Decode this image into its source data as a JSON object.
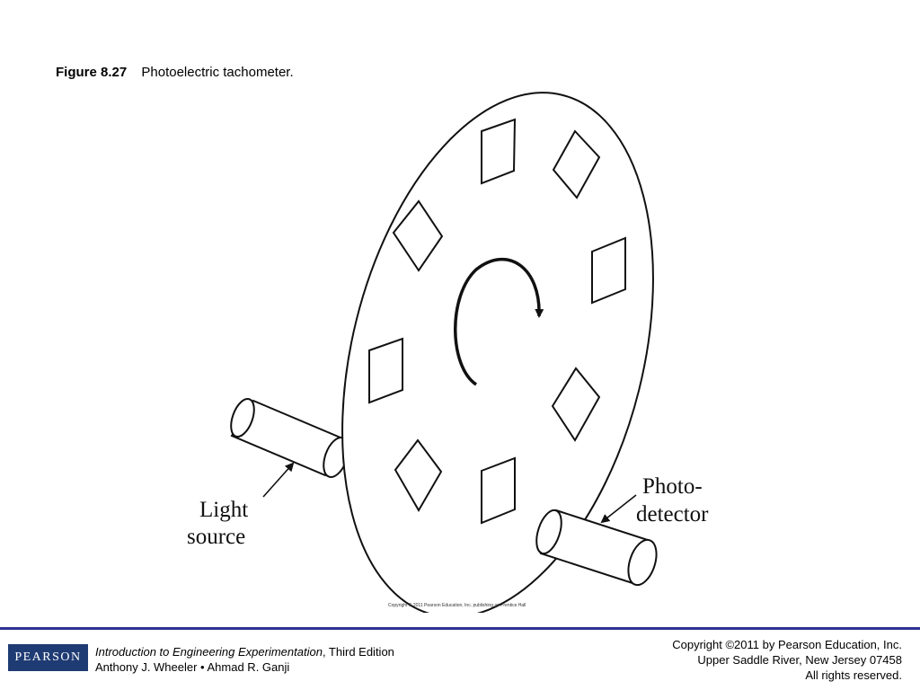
{
  "caption": {
    "figure_number": "Figure 8.27",
    "title": "Photoelectric tachometer."
  },
  "diagram": {
    "labels": {
      "light_line1": "Light",
      "light_line2": "source",
      "photo_line1": "Photo-",
      "photo_line2": "detector"
    },
    "credit": "Copyright © 2011 Pearson Education, Inc. publishing as Prentice Hall"
  },
  "footer": {
    "logo_text": "PEARSON",
    "book_title": "Introduction to Engineering Experimentation",
    "book_edition": ", Third Edition",
    "authors": "Anthony J. Wheeler • Ahmad R. Ganji",
    "copyright_line1": "Copyright ©2011 by Pearson Education, Inc.",
    "copyright_line2": "Upper Saddle River, New Jersey 07458",
    "copyright_line3": "All rights reserved."
  },
  "colors": {
    "footer_rule": "#2e3192",
    "logo_background": "#1f3b73"
  }
}
